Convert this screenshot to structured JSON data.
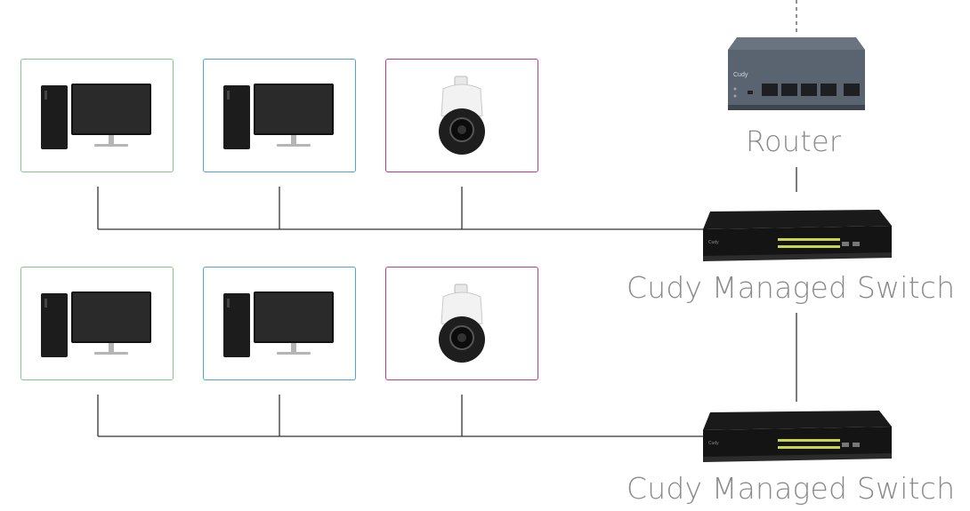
{
  "diagram": {
    "router": {
      "label": "Router",
      "brand_text": "Cudy"
    },
    "switch_top": {
      "label": "Cudy Managed Switch",
      "brand_text": "Cudy"
    },
    "switch_bottom": {
      "label": "Cudy Managed Switch",
      "brand_text": "Cudy"
    },
    "groups": [
      {
        "devices": [
          {
            "type": "desktop-computer",
            "border_color": "#7fc98a"
          },
          {
            "type": "desktop-computer",
            "border_color": "#4ba6d6"
          },
          {
            "type": "ptz-camera",
            "border_color": "#c2388c"
          }
        ]
      },
      {
        "devices": [
          {
            "type": "desktop-computer",
            "border_color": "#7fc98a"
          },
          {
            "type": "desktop-computer",
            "border_color": "#4ba6d6"
          },
          {
            "type": "ptz-camera",
            "border_color": "#c2388c"
          }
        ]
      }
    ],
    "colors": {
      "wire": "#333333",
      "label": "#8a8a8a"
    }
  }
}
